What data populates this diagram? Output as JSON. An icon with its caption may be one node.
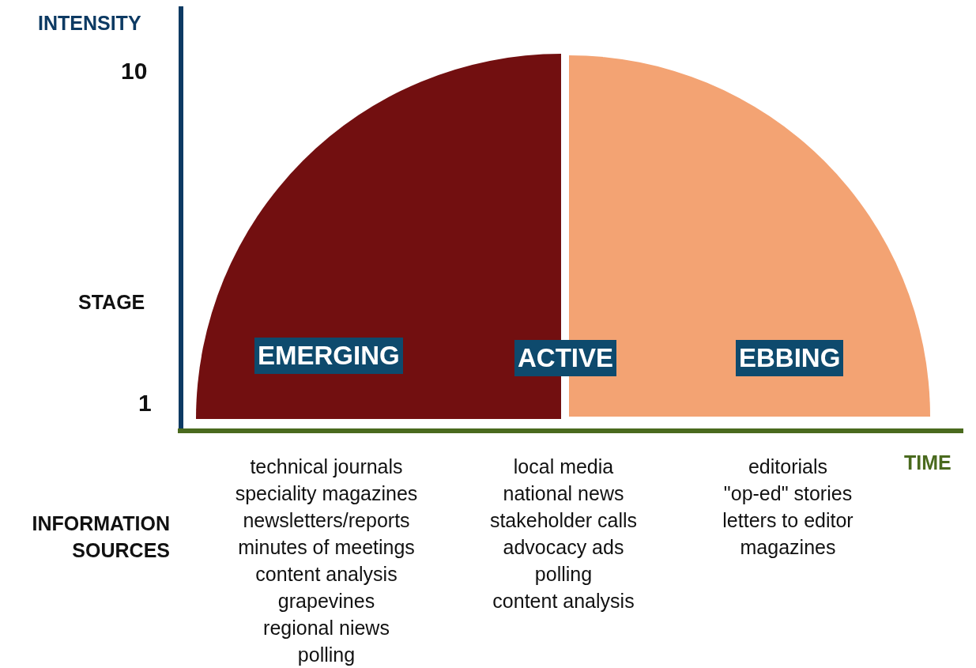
{
  "diagram": {
    "nodes": [
      {
        "text": [
          "EMERGING"
        ],
        "beside": [
          "technical journals",
          "speciality magazines",
          "newsletters/reports",
          "minutes of meetings",
          "content analysis",
          "grapevines",
          "regional niews",
          "polling"
        ]
      },
      {
        "text": [
          "ACTIVE"
        ],
        "beside": [
          "local media",
          "national news",
          "stakeholder calls",
          "advocacy ads",
          "polling",
          "content analysis"
        ]
      },
      {
        "text": [
          "EBBING"
        ],
        "beside": [
          "editorials",
          "\"op-ed\" stories",
          "letters to editor",
          "magazines"
        ]
      }
    ],
    "labels": [
      "INTENSITY",
      "10",
      "STAGE",
      "1",
      "TIME",
      "INFORMATION SOURCES"
    ]
  }
}
